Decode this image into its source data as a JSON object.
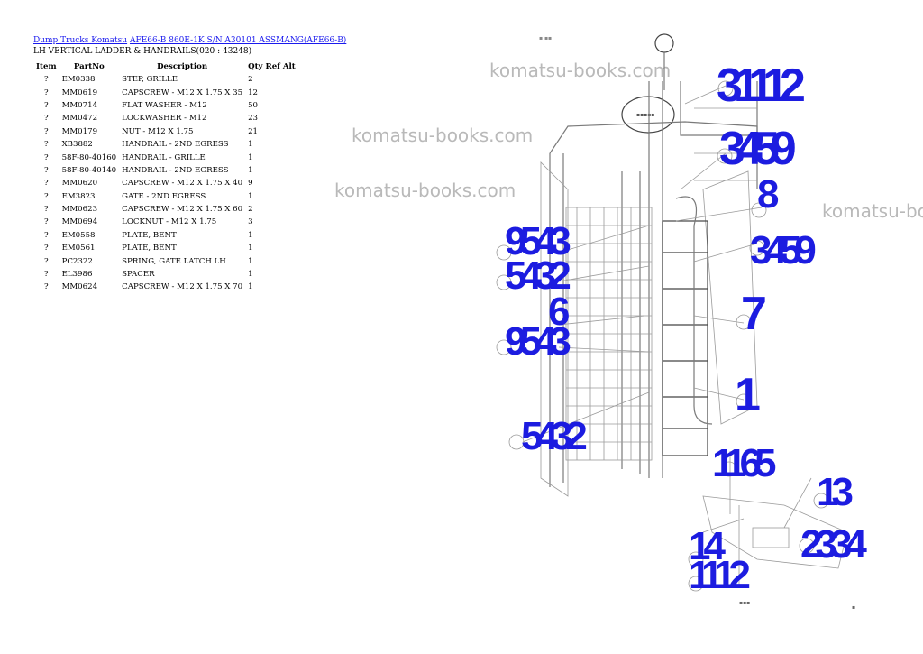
{
  "breadcrumb": {
    "link1": "Dump Trucks Komatsu",
    "link2": "AFE66-B 860E-1K S/N A30101 ASSMANG(AFE66-B)"
  },
  "subtitle": "LH VERTICAL LADDER & HANDRAILS(020 : 43248)",
  "table": {
    "headers": [
      "Item",
      "PartNo",
      "Description",
      "Qty",
      "Ref",
      "Alt"
    ],
    "rows": [
      {
        "item": "?",
        "part": "EM0338",
        "desc": "STEP, GRILLE",
        "qty": "2"
      },
      {
        "item": "?",
        "part": "MM0619",
        "desc": "CAPSCREW - M12 X 1.75 X 35",
        "qty": "12"
      },
      {
        "item": "?",
        "part": "MM0714",
        "desc": "FLAT WASHER - M12",
        "qty": "50"
      },
      {
        "item": "?",
        "part": "MM0472",
        "desc": "LOCKWASHER - M12",
        "qty": "23"
      },
      {
        "item": "?",
        "part": "MM0179",
        "desc": "NUT - M12 X 1.75",
        "qty": "21"
      },
      {
        "item": "?",
        "part": "XB3882",
        "desc": "HANDRAIL - 2ND EGRESS",
        "qty": "1"
      },
      {
        "item": "?",
        "part": "58F-80-40160",
        "desc": "HANDRAIL - GRILLE",
        "qty": "1"
      },
      {
        "item": "?",
        "part": "58F-80-40140",
        "desc": "HANDRAIL - 2ND EGRESS",
        "qty": "1"
      },
      {
        "item": "?",
        "part": "MM0620",
        "desc": "CAPSCREW - M12 X 1.75 X 40",
        "qty": "9"
      },
      {
        "item": "?",
        "part": "EM3823",
        "desc": "GATE - 2ND EGRESS",
        "qty": "1"
      },
      {
        "item": "?",
        "part": "MM0623",
        "desc": "CAPSCREW - M12 X 1.75 X 60",
        "qty": "2"
      },
      {
        "item": "?",
        "part": "MM0694",
        "desc": "LOCKNUT - M12 X 1.75",
        "qty": "3"
      },
      {
        "item": "?",
        "part": "EM0558",
        "desc": "PLATE, BENT",
        "qty": "1"
      },
      {
        "item": "?",
        "part": "EM0561",
        "desc": "PLATE, BENT",
        "qty": "1"
      },
      {
        "item": "?",
        "part": "PC2322",
        "desc": "SPRING, GATE LATCH LH",
        "qty": "1"
      },
      {
        "item": "?",
        "part": "EL3986",
        "desc": "SPACER",
        "qty": "1"
      },
      {
        "item": "?",
        "part": "MM0624",
        "desc": "CAPSCREW - M12 X 1.75 X 70",
        "qty": "1"
      }
    ]
  },
  "watermark": "komatsu-books.com",
  "callouts": [
    "31112",
    "3459",
    "8",
    "9543",
    "5432",
    "3459",
    "6",
    "9543",
    "7",
    "1",
    "5432",
    "1165",
    "13",
    "2334",
    "14",
    "1112"
  ],
  "colors": {
    "link": "#1a1aee",
    "callout": "#1c1ce0",
    "watermark": "#b9b9b9"
  }
}
